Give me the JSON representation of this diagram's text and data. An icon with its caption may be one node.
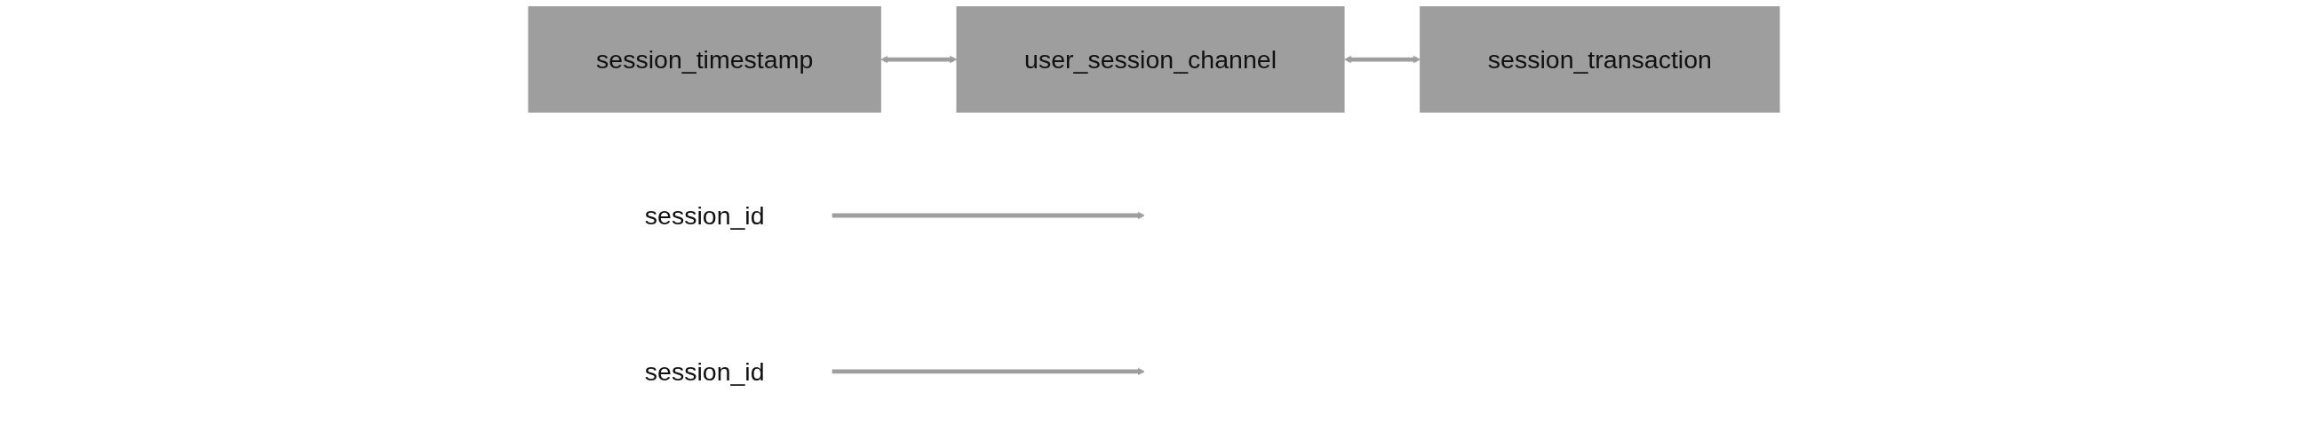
{
  "diagram": {
    "nodes": [
      {
        "text": [
          "session_timestamp"
        ]
      },
      {
        "text": [
          "user_session_channel"
        ]
      },
      {
        "text": [
          "session_transaction"
        ]
      },
      {
        "text": [
          "session_id"
        ]
      },
      {
        "text": [
          "session_id"
        ]
      }
    ],
    "edges": [
      {
        "from": 0,
        "to": 1,
        "arrow": "both"
      },
      {
        "from": 1,
        "to": 2,
        "arrow": "both"
      },
      {
        "from": 3,
        "to": null,
        "arrow": "to"
      },
      {
        "from": 4,
        "to": null,
        "arrow": "to"
      }
    ]
  }
}
